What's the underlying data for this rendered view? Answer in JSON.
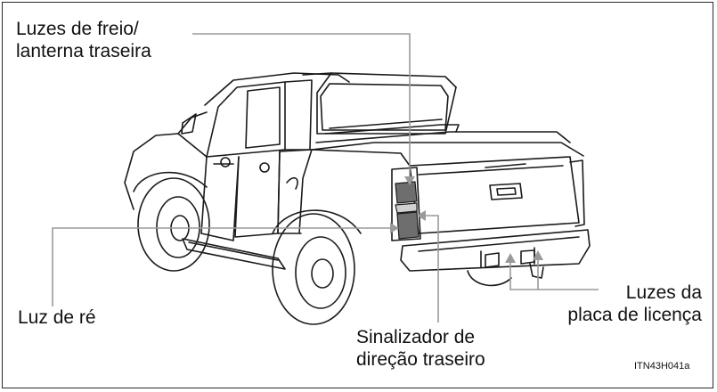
{
  "labels": {
    "brake_tail_line1": "Luzes de freio/",
    "brake_tail_line2": "lanterna traseira",
    "reverse": "Luz de ré",
    "turn_signal_line1": "Sinalizador de",
    "turn_signal_line2": "direção traseiro",
    "license_line1": "Luzes da",
    "license_line2": "placa de licença"
  },
  "figure_code": "ITN43H041a",
  "colors": {
    "frame": "#2a2a2a",
    "leader_line": "#9a9a9a",
    "outline": "#1a1a1a",
    "lamp_shade": "#6e6e6e"
  }
}
